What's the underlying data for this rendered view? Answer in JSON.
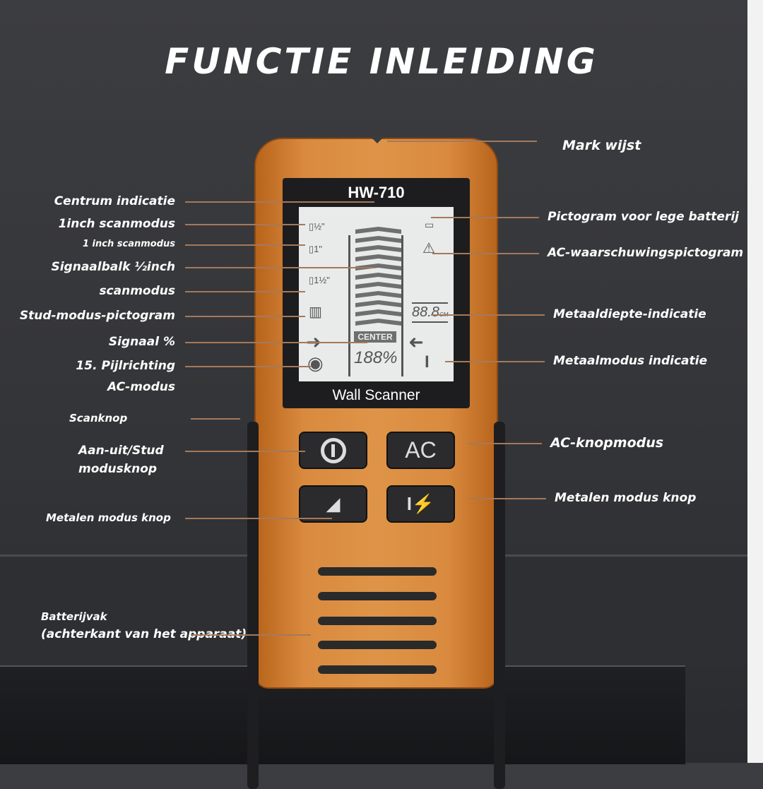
{
  "title": "FUNCTIE INLEIDING",
  "device": {
    "model": "HW-710",
    "name": "Wall Scanner",
    "lcd_center": "CENTER",
    "lcd_percent": "188%",
    "lcd_depth": "88.8",
    "lcd_unit": "CM",
    "lcd_half": "½\"",
    "lcd_one": "1\"",
    "lcd_onehalf": "1½\"",
    "btn_ac": "AC",
    "body_color": "#d98a3e"
  },
  "labels_left": [
    "Centrum indicatie",
    "1inch scanmodus",
    "1 inch scanmodus",
    "Signaalbalk ½inch",
    "scanmodus",
    "Stud-modus-pictogram",
    "Signaal %",
    "15. Pijlrichting",
    "AC-modus",
    "Scanknop",
    "Aan-uit/Stud",
    "modusknop",
    "Metalen modus knop",
    "Batterijvak",
    "(achterkant van het apparaat)"
  ],
  "labels_right": [
    "Mark wijst",
    "Pictogram voor lege batterij",
    "AC-waarschuwingspictogram",
    "Metaaldiepte-indicatie",
    "Metaalmodus indicatie",
    "AC-knopmodus",
    "Metalen modus knop"
  ]
}
